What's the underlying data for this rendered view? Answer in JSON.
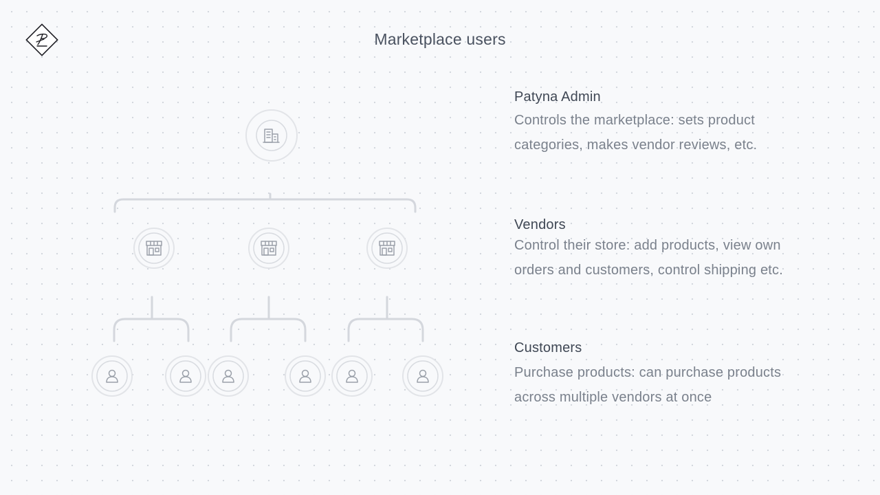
{
  "header": {
    "title": "Marketplace users"
  },
  "logo": {
    "icon": "patyna-monogram-icon",
    "color": "#1f1f24"
  },
  "roles": [
    {
      "name": "Patyna Admin",
      "description_lines": [
        "Controls the marketplace: sets product",
        "categories, makes vendor reviews, etc."
      ]
    },
    {
      "name": "Vendors",
      "description_lines": [
        "Control their store: add products, view own",
        "orders and customers, control shipping etc."
      ]
    },
    {
      "name": "Customers",
      "description_lines": [
        "Purchase products: can purchase products",
        "across multiple vendors at once"
      ]
    }
  ],
  "diagram": {
    "root_icon": "office-building-icon",
    "vendor_icon": "storefront-icon",
    "customer_icon": "user-icon",
    "line_color": "#d4d7dd",
    "icon_color": "#9aa0a9"
  }
}
